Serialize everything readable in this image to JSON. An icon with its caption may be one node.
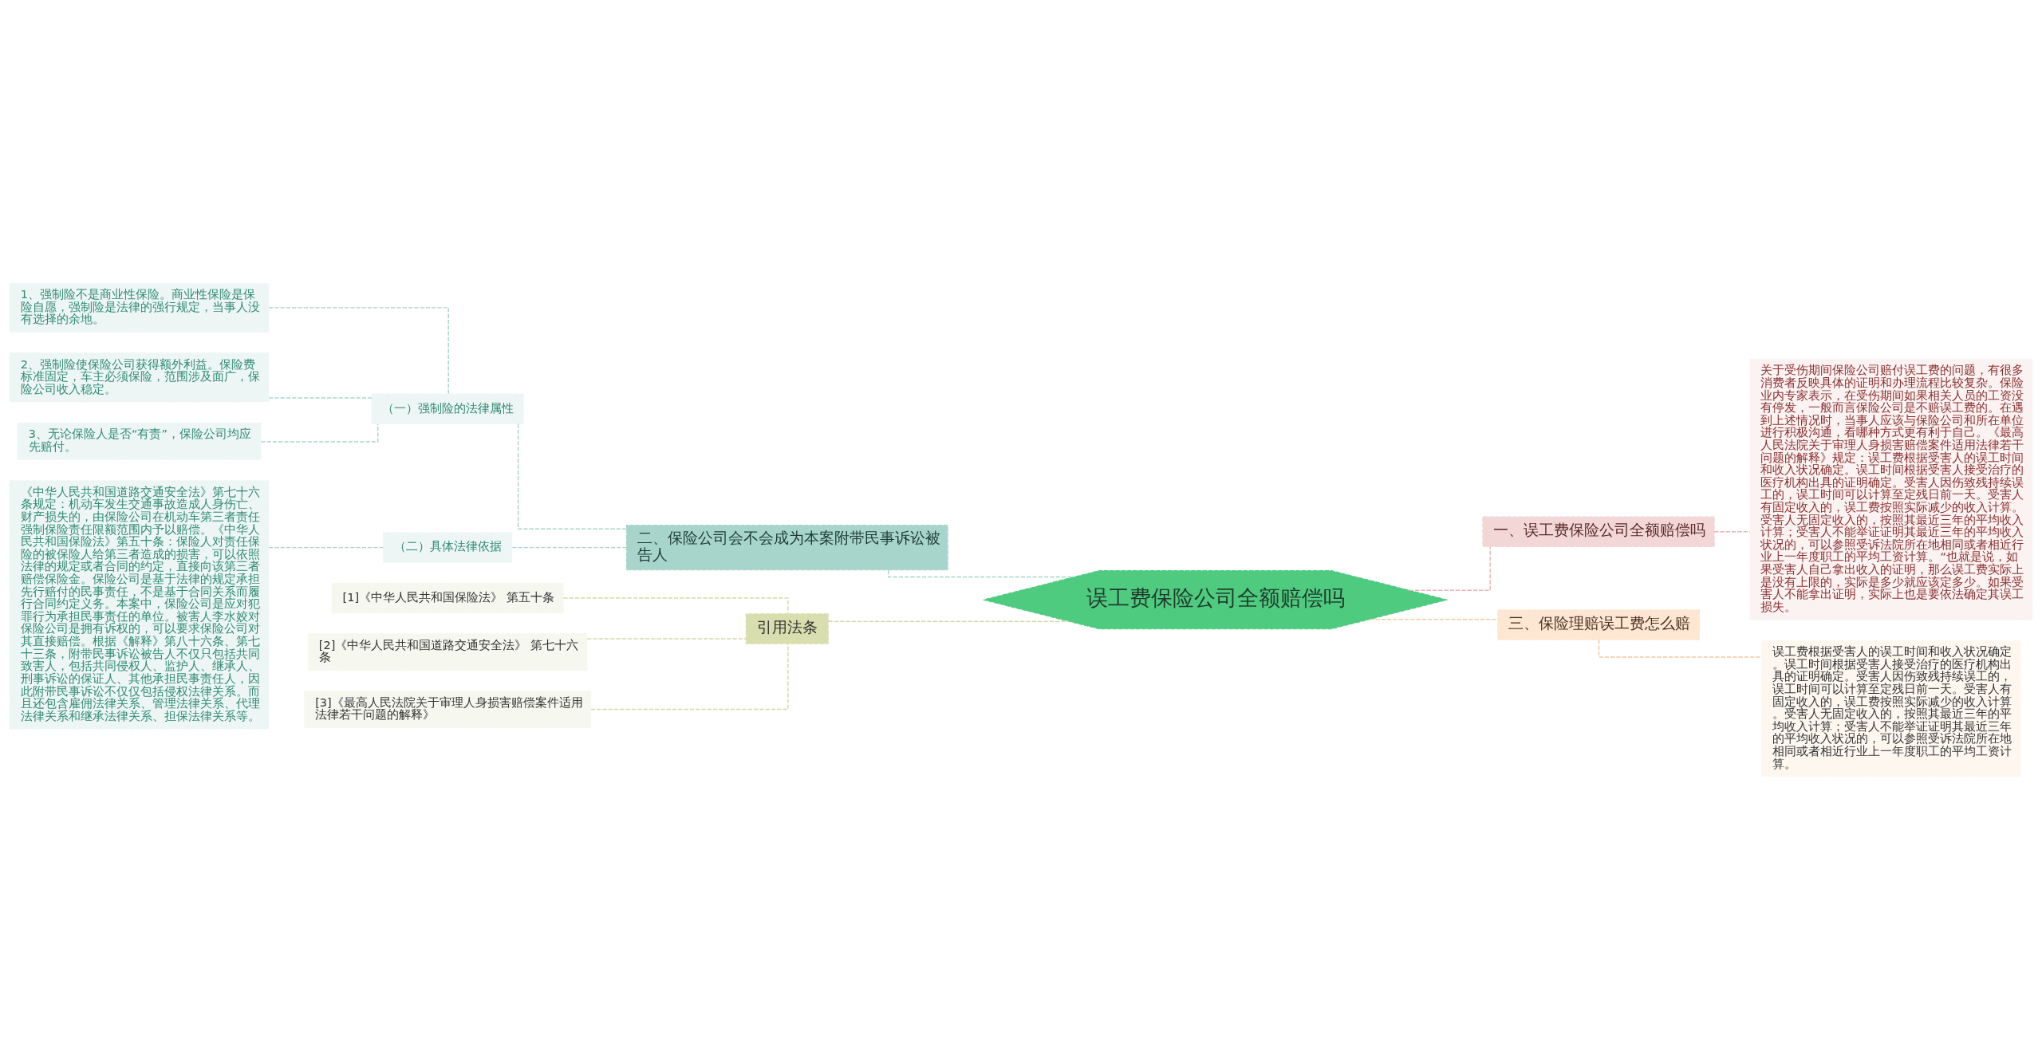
{
  "diagram": {
    "nodes": [
      {
        "text": [
          "误工费保险公司全额赔偿吗"
        ]
      },
      {
        "text": [
          "一、误工费保险公司全额赔偿吗"
        ]
      },
      {
        "text": [
          "关于受伤期间保险公司赔付误工费的问题，有很多消费者反映具体的证明和办理流程比较复杂。保险业内专家表示，在受伤期间如果相关人员的工资没有停发，一般而言保险公司是不赔误工费的。在遇到上述情况时，当事人应该与保险公司和所在单位进行积极沟通，看哪种方式更有利于自己。《最高人民法院关于审理人身损害赔偿案件适用法律若干问题的解释》规定：误工费根据受害人的误工时间和收入状况确定。误工时间根据受害人接受治疗的医疗机构出具的证明确定。受害人因伤致残持续误工的，误工时间可以计算至定残日前一天。受害人有固定收入的，误工费按照实际减少的收入计算。受害人无固定收入的，按照其最近三年的平均收入计算；受害人不能举证证明其最近三年的平均收入状况的，可以参照受诉法院所在地相同或者相近行业上一年度职工的平均工资计算。“也就是说，如果受害人自己拿出收入的证明，那么误工费实际上是没有上限的，实际是多少就应该定多少。如果受害人不能拿出证明，实际上也是要依法确定其误工损失。"
        ]
      },
      {
        "text": [
          "二、保险公司会不会成为本案附带民事诉讼被告人"
        ]
      },
      {
        "text": [
          "（一）强制险的法律属性"
        ]
      },
      {
        "text": [
          "1、强制险不是商业性保险。商业性保险是保险自愿，强制险是法律的强行规定，当事人没有选择的余地。"
        ]
      },
      {
        "text": [
          "2、强制险使保险公司获得额外利益。保险费标准固定，车主必须保险，范围涉及面广，保险公司收入稳定。"
        ]
      },
      {
        "text": [
          "3、无论保险人是否“有责”，保险公司均应先赔付。"
        ]
      },
      {
        "text": [
          "（二）具体法律依据"
        ]
      },
      {
        "text": [
          "《中华人民共和国道路交通安全法》第七十六条规定：机动车发生交通事故造成人身伤亡、财产损失的，由保险公司在机动车第三者责任强制保险责任限额范围内予以赔偿。《中华人民共和国保险法》第五十条：保险人对责任保险的被保险人给第三者造成的损害，可以依照法律的规定或者合同的约定，直接向该第三者赔偿保险金。保险公司是基于法律的规定承担先行赔付的民事责任，不是基于合同关系而履行合同约定义务。本案中，保险公司是应对犯罪行为承担民事责任的单位。被害人李水姣对保险公司是拥有诉权的，可以要求保险公司对其直接赔偿。根据《解释》第八十六条、第七十三条，附带民事诉讼被告人不仅只包括共同致害人，包括共同侵权人、监护人、继承人、刑事诉讼的保证人、其他承担民事责任人，因此附带民事诉讼不仅仅包括侵权法律关系。而且还包含雇佣法律关系、管理法律关系、代理法律关系和继承法律关系、担保法律关系等。"
        ]
      },
      {
        "text": [
          "三、保险理赔误工费怎么赔"
        ]
      },
      {
        "text": [
          "误工费根据受害人的误工时间和收入状况确定。误工时间根据受害人接受治疗的医疗机构出具的证明确定。受害人因伤致残持续误工的，误工时间可以计算至定残日前一天。受害人有固定收入的，误工费按照实际减少的收入计算。受害人无固定收入的，按照其最近三年的平均收入计算；受害人不能举证证明其最近三年的平均收入状况的，可以参照受诉法院所在地相同或者相近行业上一年度职工的平均工资计算。"
        ]
      },
      {
        "text": [
          "引用法条"
        ]
      },
      {
        "text": [
          "[1]《中华人民共和国保险法》 第五十条"
        ]
      },
      {
        "text": [
          "[2]《中华人民共和国道路交通安全法》 第七十六条"
        ]
      },
      {
        "text": [
          "[3]《最高人民法院关于审理人身损害赔偿案件适用法律若干问题的解释》"
        ]
      }
    ],
    "edges": [
      {
        "from": 0,
        "to": 1,
        "arrow": "none",
        "style": "dashed",
        "color": "#e8b4b4"
      },
      {
        "from": 1,
        "to": 2,
        "arrow": "none",
        "style": "dashed",
        "color": "#e8b4b4"
      },
      {
        "from": 0,
        "to": 3,
        "arrow": "none",
        "style": "dashed"
      },
      {
        "from": 3,
        "to": 4,
        "arrow": "none",
        "style": "dashed"
      },
      {
        "from": 4,
        "to": 5,
        "arrow": "none",
        "style": "dashed"
      },
      {
        "from": 4,
        "to": 6,
        "arrow": "none",
        "style": "dashed"
      },
      {
        "from": 4,
        "to": 7,
        "arrow": "none",
        "style": "dashed"
      },
      {
        "from": 3,
        "to": 8,
        "arrow": "none",
        "style": "dashed"
      },
      {
        "from": 8,
        "to": 9,
        "arrow": "none",
        "style": "dashed"
      },
      {
        "from": 0,
        "to": 10,
        "arrow": "none",
        "style": "dashed",
        "color": "#f3c9a5"
      },
      {
        "from": 10,
        "to": 11,
        "arrow": "none",
        "style": "dashed",
        "color": "#f3c9a5"
      },
      {
        "from": 0,
        "to": 12,
        "arrow": "none",
        "style": "dashed",
        "color": "#d3d9a8"
      },
      {
        "from": 12,
        "to": 13,
        "arrow": "none",
        "style": "dashed",
        "color": "#d3d9a8"
      },
      {
        "from": 12,
        "to": 14,
        "arrow": "none",
        "style": "dashed",
        "color": "#d3d9a8"
      },
      {
        "from": 12,
        "to": 15,
        "arrow": "none",
        "style": "dashed",
        "color": "#d3d9a8"
      }
    ]
  }
}
